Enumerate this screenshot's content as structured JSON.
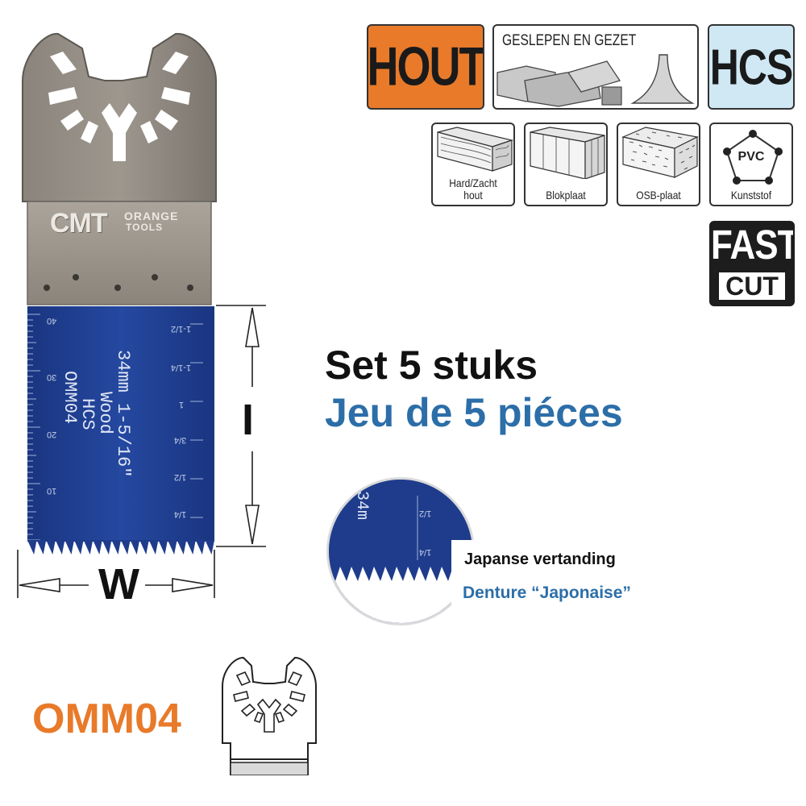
{
  "badges": {
    "material": "HOUT",
    "grind": "GESLEPEN EN GEZET",
    "steel": "HCS",
    "fast_line1": "FAST",
    "fast_line2": "CUT"
  },
  "materials": [
    {
      "line1": "Hard/Zacht",
      "line2": "hout"
    },
    {
      "line1": "Blokplaat",
      "line2": ""
    },
    {
      "line1": "OSB-plaat",
      "line2": ""
    },
    {
      "line1": "Kunststof",
      "line2": "",
      "icon_text": "PVC"
    }
  ],
  "blade": {
    "brand": "CMT",
    "brand_sub1": "ORANGE",
    "brand_sub2": "TOOLS",
    "print": [
      "OMM04",
      "HCS",
      "Wood",
      "34mm  1-5/16\""
    ],
    "metric_ticks": [
      "40",
      "30",
      "20",
      "10"
    ],
    "inch_ticks": [
      "1-1/2",
      "1-1/4",
      "1",
      "3/4",
      "1/2",
      "1/4"
    ],
    "detail_text": "34m",
    "detail_ticks": [
      "1/2",
      "1/4"
    ]
  },
  "dimensions": {
    "length_label": "I",
    "width_label": "W"
  },
  "headline": {
    "nl": "Set 5 stuks",
    "fr": "Jeu de 5 piéces"
  },
  "tooth": {
    "nl": "Japanse vertanding",
    "fr": "Denture “Japonaise”"
  },
  "product_code": "OMM04",
  "colors": {
    "orange": "#e87a2a",
    "blade_blue": "#1f3c8c",
    "text_blue": "#2c6ea8",
    "hcs_bg": "#cfe8f4",
    "steel": "#7a7670"
  }
}
